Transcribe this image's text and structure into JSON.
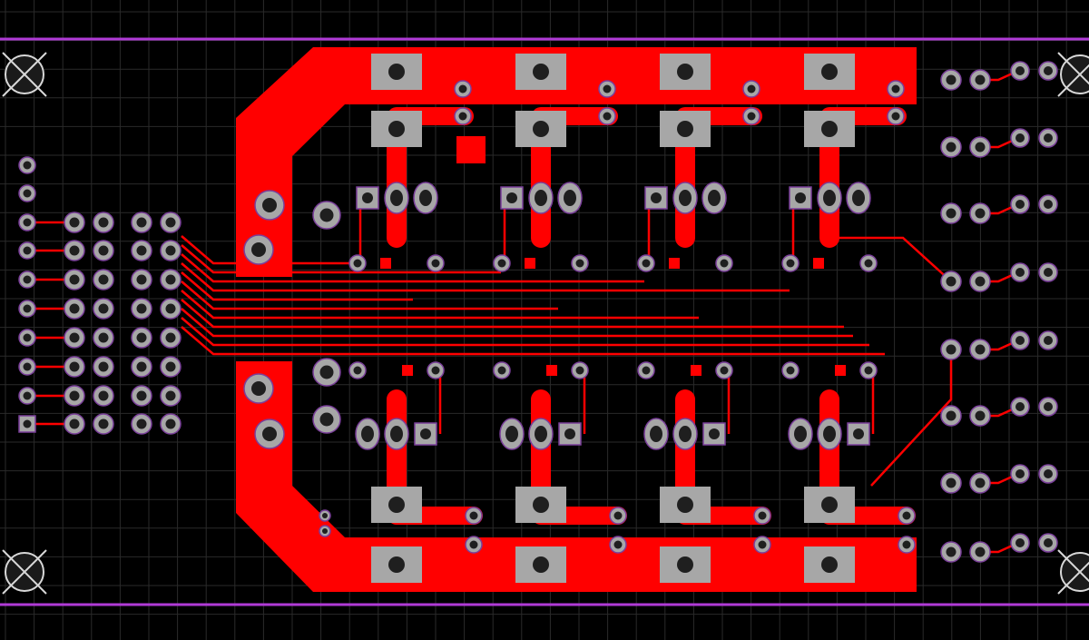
{
  "view": {
    "name": "PCB layout view"
  },
  "colors": {
    "background": "#000000",
    "grid": "#2a2a2a",
    "copper": "#ff0000",
    "pad": "#a7a7a7",
    "pad_edge": "#7a3f9a",
    "hole": "#1f1f1f",
    "board_edge": "#b03ad6",
    "mount_hole": "#d8d8d8",
    "silk_dark": "#111111"
  },
  "board": {
    "mount_holes": 4,
    "connector_columns": 5,
    "channels": 8
  }
}
